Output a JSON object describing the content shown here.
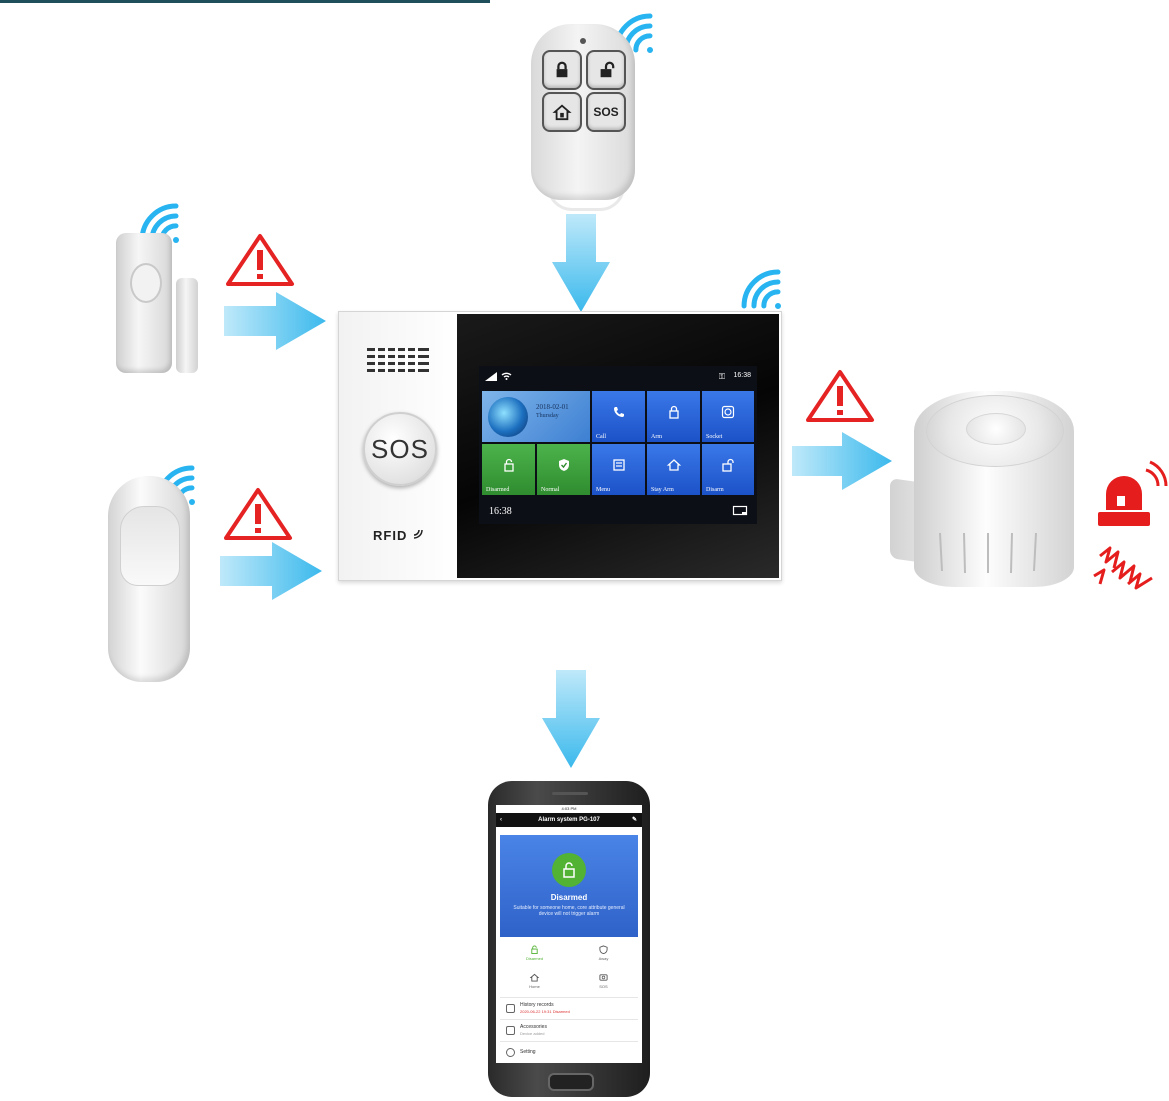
{
  "remote": {
    "sos_label": "SOS"
  },
  "panel": {
    "sos_label": "SOS",
    "rfid_label": "RFID",
    "status_time": "16:38",
    "date": "2018-02-01",
    "day": "Thursday",
    "clock": "16:38",
    "tiles": [
      {
        "label": "Call",
        "icon": "phone-icon"
      },
      {
        "label": "Arm",
        "icon": "lock-icon"
      },
      {
        "label": "Socket",
        "icon": "socket-icon"
      },
      {
        "label": "Disarmed",
        "icon": "unlock-icon"
      },
      {
        "label": "Normal",
        "icon": "shield-icon"
      },
      {
        "label": "Menu",
        "icon": "menu-icon"
      },
      {
        "label": "Stay Arm",
        "icon": "home-icon"
      },
      {
        "label": "Disarm",
        "icon": "unlock-icon"
      }
    ]
  },
  "phone": {
    "status_time": "4:03 PM",
    "title": "Alarm system PG-107",
    "status_title": "Disarmed",
    "status_desc": "Suitable for someone home, core attribute general device will not trigger alarm",
    "modes": [
      "Disarmed",
      "Away",
      "Home",
      "SOS"
    ],
    "history_title": "History records",
    "history_sub": "2020-06-22 19:31 Disarmed",
    "accessories_title": "Accessories",
    "accessories_sub": "Device added",
    "setting_title": "Setting"
  },
  "colors": {
    "arrow": "#4cc2ee",
    "wifi": "#28b4f0",
    "warning": "#e52323",
    "tile_blue": "#2f66dc",
    "tile_green": "#3fa33f",
    "siren_light": "#e51d1d"
  }
}
